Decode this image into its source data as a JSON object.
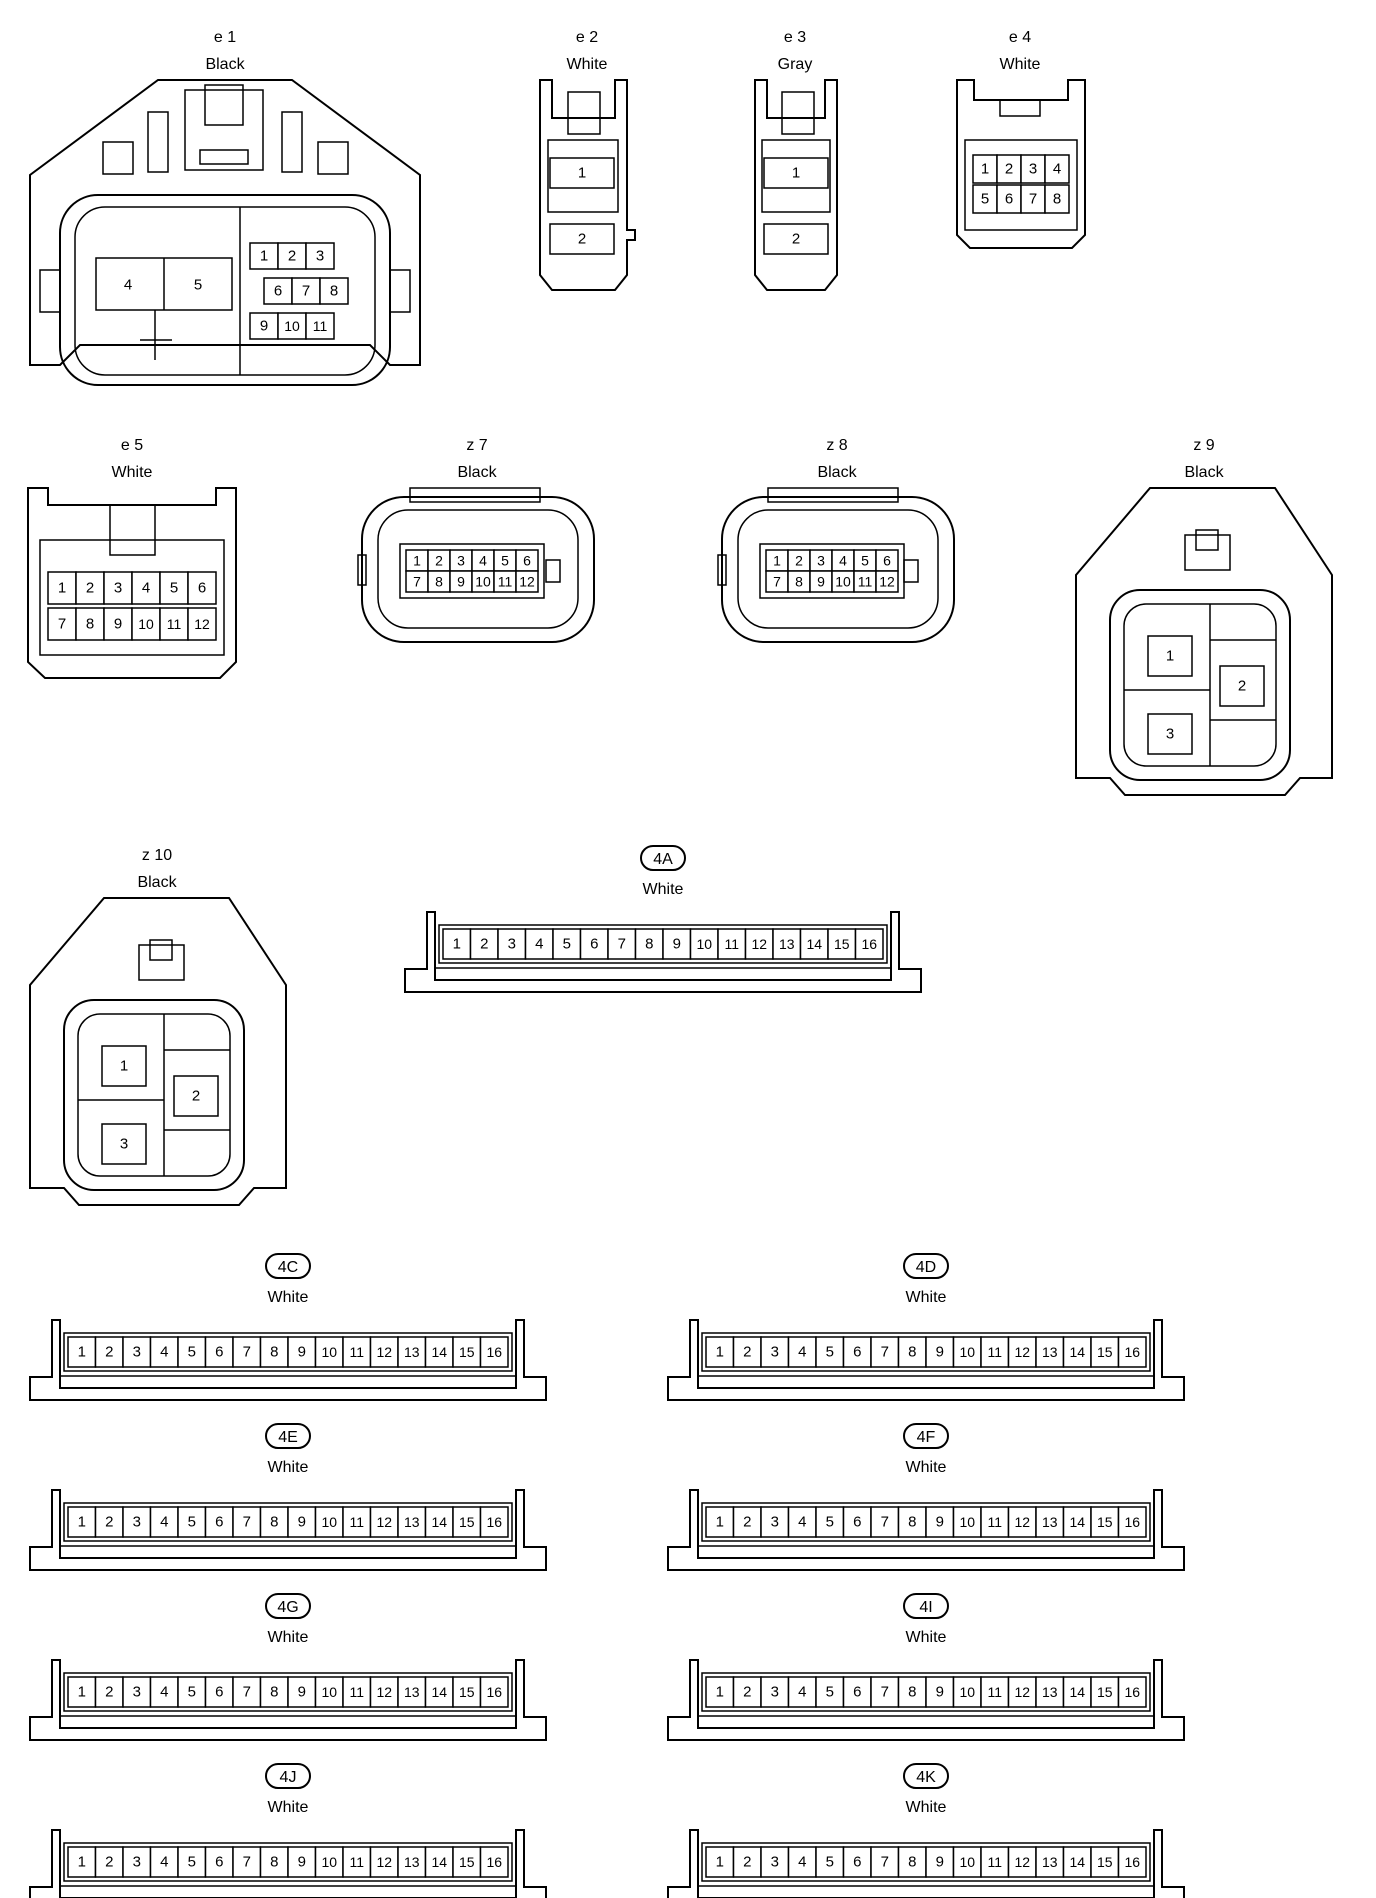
{
  "connectors": [
    {
      "id": "e1",
      "code": "e 1",
      "color": "Black",
      "pins": [
        "1",
        "2",
        "3",
        "4",
        "5",
        "6",
        "7",
        "8",
        "9",
        "10",
        "11"
      ]
    },
    {
      "id": "e2",
      "code": "e 2",
      "color": "White",
      "pins": [
        "1",
        "2"
      ]
    },
    {
      "id": "e3",
      "code": "e 3",
      "color": "Gray",
      "pins": [
        "1",
        "2"
      ]
    },
    {
      "id": "e4",
      "code": "e 4",
      "color": "White",
      "pins": [
        "1",
        "2",
        "3",
        "4",
        "5",
        "6",
        "7",
        "8"
      ]
    },
    {
      "id": "e5",
      "code": "e 5",
      "color": "White",
      "pins": [
        "1",
        "2",
        "3",
        "4",
        "5",
        "6",
        "7",
        "8",
        "9",
        "10",
        "11",
        "12"
      ]
    },
    {
      "id": "z7",
      "code": "z 7",
      "color": "Black",
      "pins": [
        "1",
        "2",
        "3",
        "4",
        "5",
        "6",
        "7",
        "8",
        "9",
        "10",
        "11",
        "12"
      ]
    },
    {
      "id": "z8",
      "code": "z 8",
      "color": "Black",
      "pins": [
        "1",
        "2",
        "3",
        "4",
        "5",
        "6",
        "7",
        "8",
        "9",
        "10",
        "11",
        "12"
      ]
    },
    {
      "id": "z9",
      "code": "z 9",
      "color": "Black",
      "pins": [
        "1",
        "2",
        "3"
      ]
    },
    {
      "id": "z10",
      "code": "z 10",
      "color": "Black",
      "pins": [
        "1",
        "2",
        "3"
      ]
    },
    {
      "id": "4A",
      "code": "4A",
      "color": "White",
      "pins": [
        "1",
        "2",
        "3",
        "4",
        "5",
        "6",
        "7",
        "8",
        "9",
        "10",
        "11",
        "12",
        "13",
        "14",
        "15",
        "16"
      ]
    },
    {
      "id": "4C",
      "code": "4C",
      "color": "White",
      "pins": [
        "1",
        "2",
        "3",
        "4",
        "5",
        "6",
        "7",
        "8",
        "9",
        "10",
        "11",
        "12",
        "13",
        "14",
        "15",
        "16"
      ]
    },
    {
      "id": "4D",
      "code": "4D",
      "color": "White",
      "pins": [
        "1",
        "2",
        "3",
        "4",
        "5",
        "6",
        "7",
        "8",
        "9",
        "10",
        "11",
        "12",
        "13",
        "14",
        "15",
        "16"
      ]
    },
    {
      "id": "4E",
      "code": "4E",
      "color": "White",
      "pins": [
        "1",
        "2",
        "3",
        "4",
        "5",
        "6",
        "7",
        "8",
        "9",
        "10",
        "11",
        "12",
        "13",
        "14",
        "15",
        "16"
      ]
    },
    {
      "id": "4F",
      "code": "4F",
      "color": "White",
      "pins": [
        "1",
        "2",
        "3",
        "4",
        "5",
        "6",
        "7",
        "8",
        "9",
        "10",
        "11",
        "12",
        "13",
        "14",
        "15",
        "16"
      ]
    },
    {
      "id": "4G",
      "code": "4G",
      "color": "White",
      "pins": [
        "1",
        "2",
        "3",
        "4",
        "5",
        "6",
        "7",
        "8",
        "9",
        "10",
        "11",
        "12",
        "13",
        "14",
        "15",
        "16"
      ]
    },
    {
      "id": "4I",
      "code": "4I",
      "color": "White",
      "pins": [
        "1",
        "2",
        "3",
        "4",
        "5",
        "6",
        "7",
        "8",
        "9",
        "10",
        "11",
        "12",
        "13",
        "14",
        "15",
        "16"
      ]
    },
    {
      "id": "4J",
      "code": "4J",
      "color": "White",
      "pins": [
        "1",
        "2",
        "3",
        "4",
        "5",
        "6",
        "7",
        "8",
        "9",
        "10",
        "11",
        "12",
        "13",
        "14",
        "15",
        "16"
      ]
    },
    {
      "id": "4K",
      "code": "4K",
      "color": "White",
      "pins": [
        "1",
        "2",
        "3",
        "4",
        "5",
        "6",
        "7",
        "8",
        "9",
        "10",
        "11",
        "12",
        "13",
        "14",
        "15",
        "16"
      ]
    }
  ]
}
